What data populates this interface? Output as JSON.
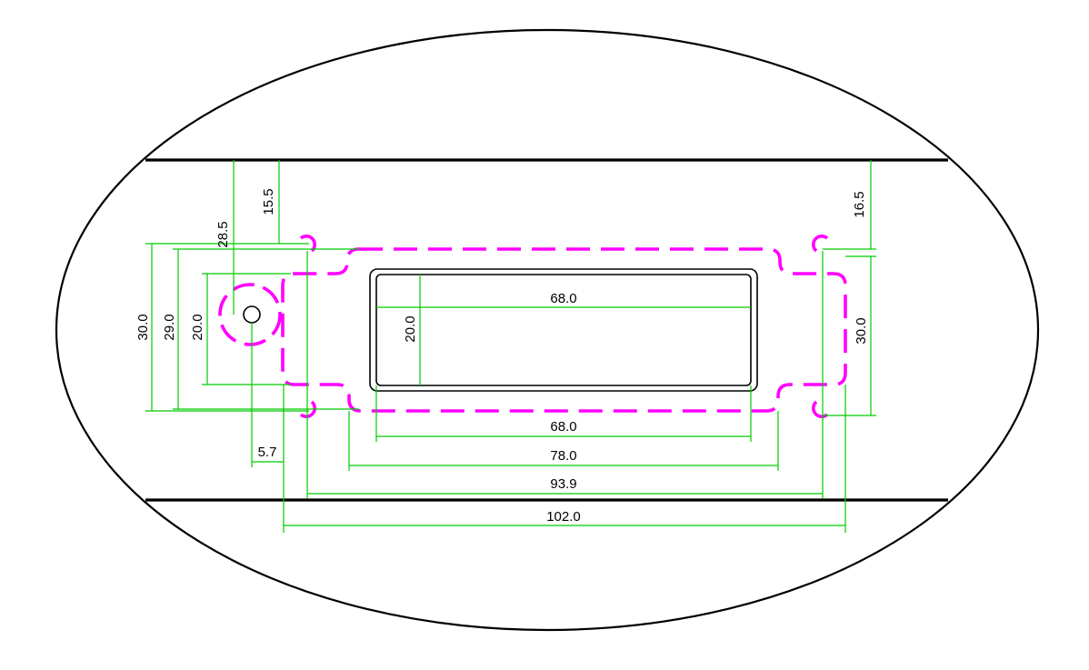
{
  "colors": {
    "outline": "#000000",
    "dashed_profile": "#ff00ff",
    "dimension_lines": "#00cc00"
  },
  "dimensions": {
    "top_offset_left": "15.5",
    "top_offset_right": "16.5",
    "hole_height": "28.5",
    "height_outer": "30.0",
    "height_mid": "29.0",
    "height_inner": "20.0",
    "window_height": "20.0",
    "window_width": "68.0",
    "right_height": "30.0",
    "bottom_68": "68.0",
    "bottom_78": "78.0",
    "bottom_939": "93.9",
    "bottom_102": "102.0",
    "hole_offset": "5.7"
  }
}
